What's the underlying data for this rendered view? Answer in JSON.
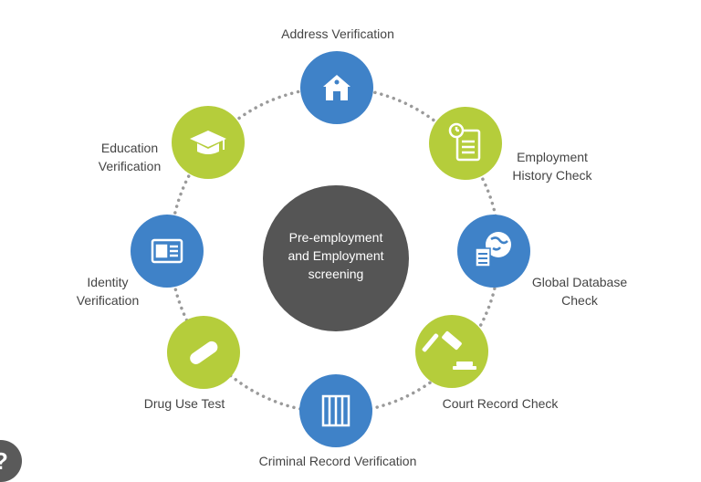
{
  "center": {
    "label": "Pre-employment\nand Employment\nscreening"
  },
  "colors": {
    "blue": "#3f82c8",
    "green": "#b5cd3b",
    "center": "#555555",
    "dots": "#9a9a9a"
  },
  "nodes": [
    {
      "label": "Address Verification",
      "icon": "house-icon",
      "color": "blue"
    },
    {
      "label": "Employment\nHistory Check",
      "icon": "document-clock-icon",
      "color": "green"
    },
    {
      "label": "Global Database\nCheck",
      "icon": "globe-database-icon",
      "color": "blue"
    },
    {
      "label": "Court Record Check",
      "icon": "gavel-icon",
      "color": "green"
    },
    {
      "label": "Criminal Record Verification",
      "icon": "prisoner-icon",
      "color": "blue"
    },
    {
      "label": "Drug Use Test",
      "icon": "pill-icon",
      "color": "green"
    },
    {
      "label": "Identity\nVerification",
      "icon": "id-card-icon",
      "color": "blue"
    },
    {
      "label": "Education\nVerification",
      "icon": "graduation-cap-icon",
      "color": "green"
    }
  ],
  "help_icon": "?"
}
